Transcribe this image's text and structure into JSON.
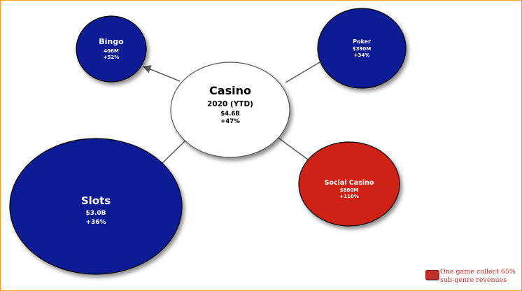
{
  "center": {
    "title": "Casino",
    "period": "2020 (YTD)",
    "revenue": "$4.6B",
    "growth": "+47%"
  },
  "nodes": [
    {
      "id": "bingo",
      "name": "Bingo",
      "revenue": "406M",
      "growth": "+52%",
      "color": "#0a1f94"
    },
    {
      "id": "poker",
      "name": "Poker",
      "revenue": "$390M",
      "growth": "+34%",
      "color": "#0a1f94"
    },
    {
      "id": "slots",
      "name": "Slots",
      "revenue": "$3.0B",
      "growth": "+36%",
      "color": "#0a1f94"
    },
    {
      "id": "social-casino",
      "name": "Social Casino",
      "revenue": "$880M",
      "growth": "+110%",
      "color": "#cf2414"
    }
  ],
  "legend": {
    "text": "One game collect 65%\nsub-genre revenues",
    "color": "#c0302a"
  },
  "colors": {
    "frame": "#f0a22a",
    "center_fill": "#ffffff",
    "connector": "#5a5a5a"
  }
}
